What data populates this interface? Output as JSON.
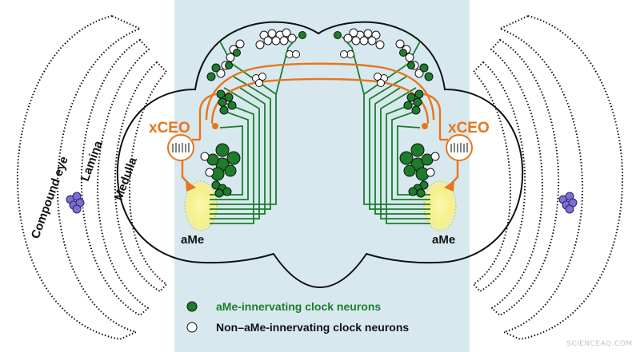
{
  "labels": {
    "compound_eye": "Compound eye",
    "lamina": "Lamina",
    "medulla": "Medulla",
    "xceo_left": "xCEO",
    "xceo_right": "xCEO",
    "ame_left": "aMe",
    "ame_right": "aMe"
  },
  "legend": {
    "green": "aMe-innervating clock neurons",
    "white": "Non–aMe-innervating clock neurons"
  },
  "watermark": "SCIENCEAQ.COM",
  "colors": {
    "panel": "#d7e9ef",
    "green": "#1e7d2a",
    "orange": "#e8751a",
    "ame_glow": "#f7f39a",
    "outline": "#111111",
    "cluster": "#7b6fd0"
  }
}
